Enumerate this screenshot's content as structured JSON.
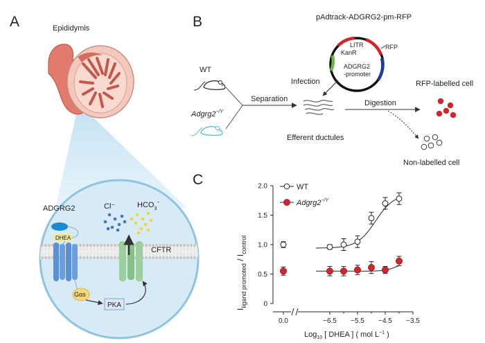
{
  "panels": {
    "a": "A",
    "b": "B",
    "c": "C"
  },
  "panel_a": {
    "organ_label": "Epididymis",
    "receptor_label": "ADGRG2",
    "ligand_label": "DHEA",
    "g_protein_label": "Gαs",
    "kinase_label": "PKA",
    "channel_label": "CFTR",
    "ion1": "Cl⁻",
    "ion2_base": "HCO",
    "ion2_sub": "3",
    "ion2_sup": "−",
    "colors": {
      "ion1": "#4a72b8",
      "ion2": "#f2d43a",
      "receptor": "#5b8fd6",
      "channel": "#9ccf9c"
    }
  },
  "panel_b": {
    "plasmid_label": "pAdtrack-ADGRG2-pm-RFP",
    "plasmid_lutr": "LITR",
    "plasmid_kanr": "KanR",
    "plasmid_rfp": "RFP",
    "plasmid_promoter_1": "ADGRG2",
    "plasmid_promoter_2": "-promoter",
    "wt_label": "WT",
    "ko_label_base": "Adgrg2",
    "ko_label_sup": "−/Y",
    "separation_label": "Separation",
    "infection_label": "Infection",
    "ductules_label": "Efferent ductules",
    "digestion_label": "Digestion",
    "rfp_cell_label": "RFP-labelled cell",
    "non_labelled_label": "Non-labelled cell",
    "colors": {
      "rfp_cell": "#d0262c",
      "ko_mouse": "#4fb9c5"
    }
  },
  "chart_data": {
    "type": "scatter",
    "xlabel_prefix": "Log",
    "xlabel_sub": "10",
    "xlabel_rest": " [ DHEA ] ( mol L",
    "xlabel_sup": "−1",
    "xlabel_end": " )",
    "ylabel_main": "I",
    "ylabel_sub1": "ligand promoted",
    "ylabel_mid": "  /  I",
    "ylabel_sub2": "control",
    "y_ticks": [
      "0",
      "0.5",
      "1.0",
      "1.5",
      "2.0"
    ],
    "x_ticks": [
      "0.0",
      "−6.5",
      "−5.5",
      "−4.5",
      "−3.5"
    ],
    "ylim": [
      0,
      2.0
    ],
    "xlim": [
      -7.0,
      -3.5
    ],
    "x_break": true,
    "series": [
      {
        "name": "WT",
        "marker": "open-circle",
        "color": "#222222",
        "control": {
          "y": 1.0,
          "err": 0.05
        },
        "points": [
          {
            "x": -6.5,
            "y": 0.96,
            "err": 0.04
          },
          {
            "x": -6.0,
            "y": 1.0,
            "err": 0.1
          },
          {
            "x": -5.5,
            "y": 1.05,
            "err": 0.1
          },
          {
            "x": -5.0,
            "y": 1.45,
            "err": 0.1
          },
          {
            "x": -4.5,
            "y": 1.7,
            "err": 0.1
          },
          {
            "x": -4.0,
            "y": 1.78,
            "err": 0.1
          }
        ]
      },
      {
        "name_base": "Adgrg2",
        "name_sup": "−/Y",
        "marker": "filled-circle",
        "color": "#d0262c",
        "control": {
          "y": 0.55,
          "err": 0.07
        },
        "points": [
          {
            "x": -6.5,
            "y": 0.55,
            "err": 0.08
          },
          {
            "x": -6.0,
            "y": 0.55,
            "err": 0.08
          },
          {
            "x": -5.5,
            "y": 0.57,
            "err": 0.08
          },
          {
            "x": -5.0,
            "y": 0.61,
            "err": 0.1
          },
          {
            "x": -4.5,
            "y": 0.57,
            "err": 0.06
          },
          {
            "x": -4.0,
            "y": 0.72,
            "err": 0.08
          }
        ]
      }
    ],
    "legend": "top-left",
    "grid": false
  }
}
